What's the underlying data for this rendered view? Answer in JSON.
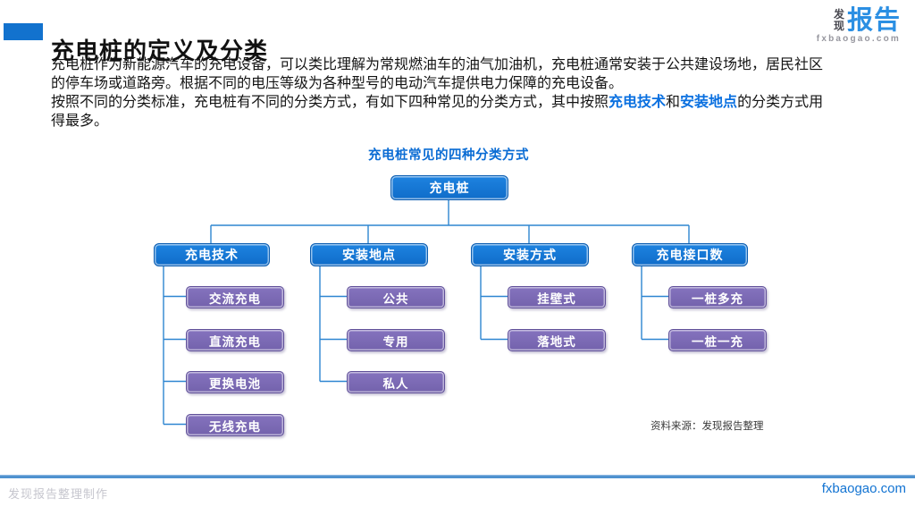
{
  "page": {
    "title": "充电桩的定义及分类",
    "logo": {
      "stack_top": "发",
      "stack_bottom": "现",
      "main": "报告",
      "domain": "fxbaogao.com"
    },
    "paragraph1": "充电桩作为新能源汽车的充电设备，可以类比理解为常规燃油车的油气加油机，充电桩通常安装于公共建设场地，居民社区的停车场或道路旁。根据不同的电压等级为各种型号的电动汽车提供电力保障的充电设备。",
    "paragraph2": {
      "pre": "按照不同的分类标准，充电桩有不同的分类方式，有如下四种常见的分类方式，其中按照",
      "term1": "充电技术",
      "mid": "和",
      "term2": "安装地点",
      "post": "的分类方式用得最多。"
    },
    "source_note": "资料来源：发现报告整理",
    "footer": {
      "credit": "发现报告整理制作",
      "link": "fxbaogao.com"
    }
  },
  "diagram": {
    "title": "充电桩常见的四种分类方式",
    "root": "充电桩",
    "branches": [
      {
        "label": "充电技术",
        "children": [
          "交流充电",
          "直流充电",
          "更换电池",
          "无线充电"
        ]
      },
      {
        "label": "安装地点",
        "children": [
          "公共",
          "专用",
          "私人"
        ]
      },
      {
        "label": "安装方式",
        "children": [
          "挂壁式",
          "落地式"
        ]
      },
      {
        "label": "充电接口数",
        "children": [
          "一桩多充",
          "一桩一充"
        ]
      }
    ]
  },
  "colors": {
    "accent_blue": "#0A70E0",
    "node_blue": "#1475D6",
    "node_purple": "#7B68B4",
    "connector_blue": "#2E86D1",
    "logo_blue": "#2B8FE3",
    "footer_link_blue": "#1273D2",
    "title_bar_blue": "#1272CE"
  }
}
